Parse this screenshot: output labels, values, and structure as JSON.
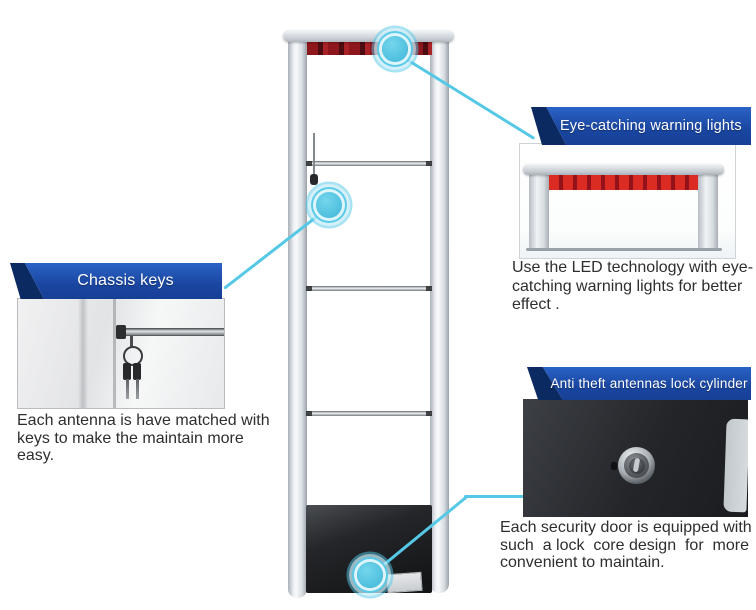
{
  "colors": {
    "accent_teal": "#55c8e6",
    "banner_blue": "#1a46a0",
    "banner_fold_navy": "#0b2a61",
    "led_red": "#a82228",
    "body_text": "#2e2e30"
  },
  "product": {
    "subject": "EAS anti-theft security antenna gate",
    "marker_icon": "hotspot-circle"
  },
  "callouts": {
    "warning_lights": {
      "title": "Eye-catching warning lights",
      "desc_lines": [
        "Use the LED technology with eye-",
        "catching warning lights for better",
        "effect ."
      ]
    },
    "chassis_keys": {
      "title": "Chassis keys",
      "desc_lines": [
        "Each antenna is have matched with",
        "keys to make the maintain more",
        "easy."
      ]
    },
    "lock_cylinder": {
      "title": "Anti theft antennas lock cylinder",
      "desc_lines": [
        "Each security door is equipped with",
        "such  a lock  core design  for  more",
        "convenient to maintain."
      ]
    }
  }
}
